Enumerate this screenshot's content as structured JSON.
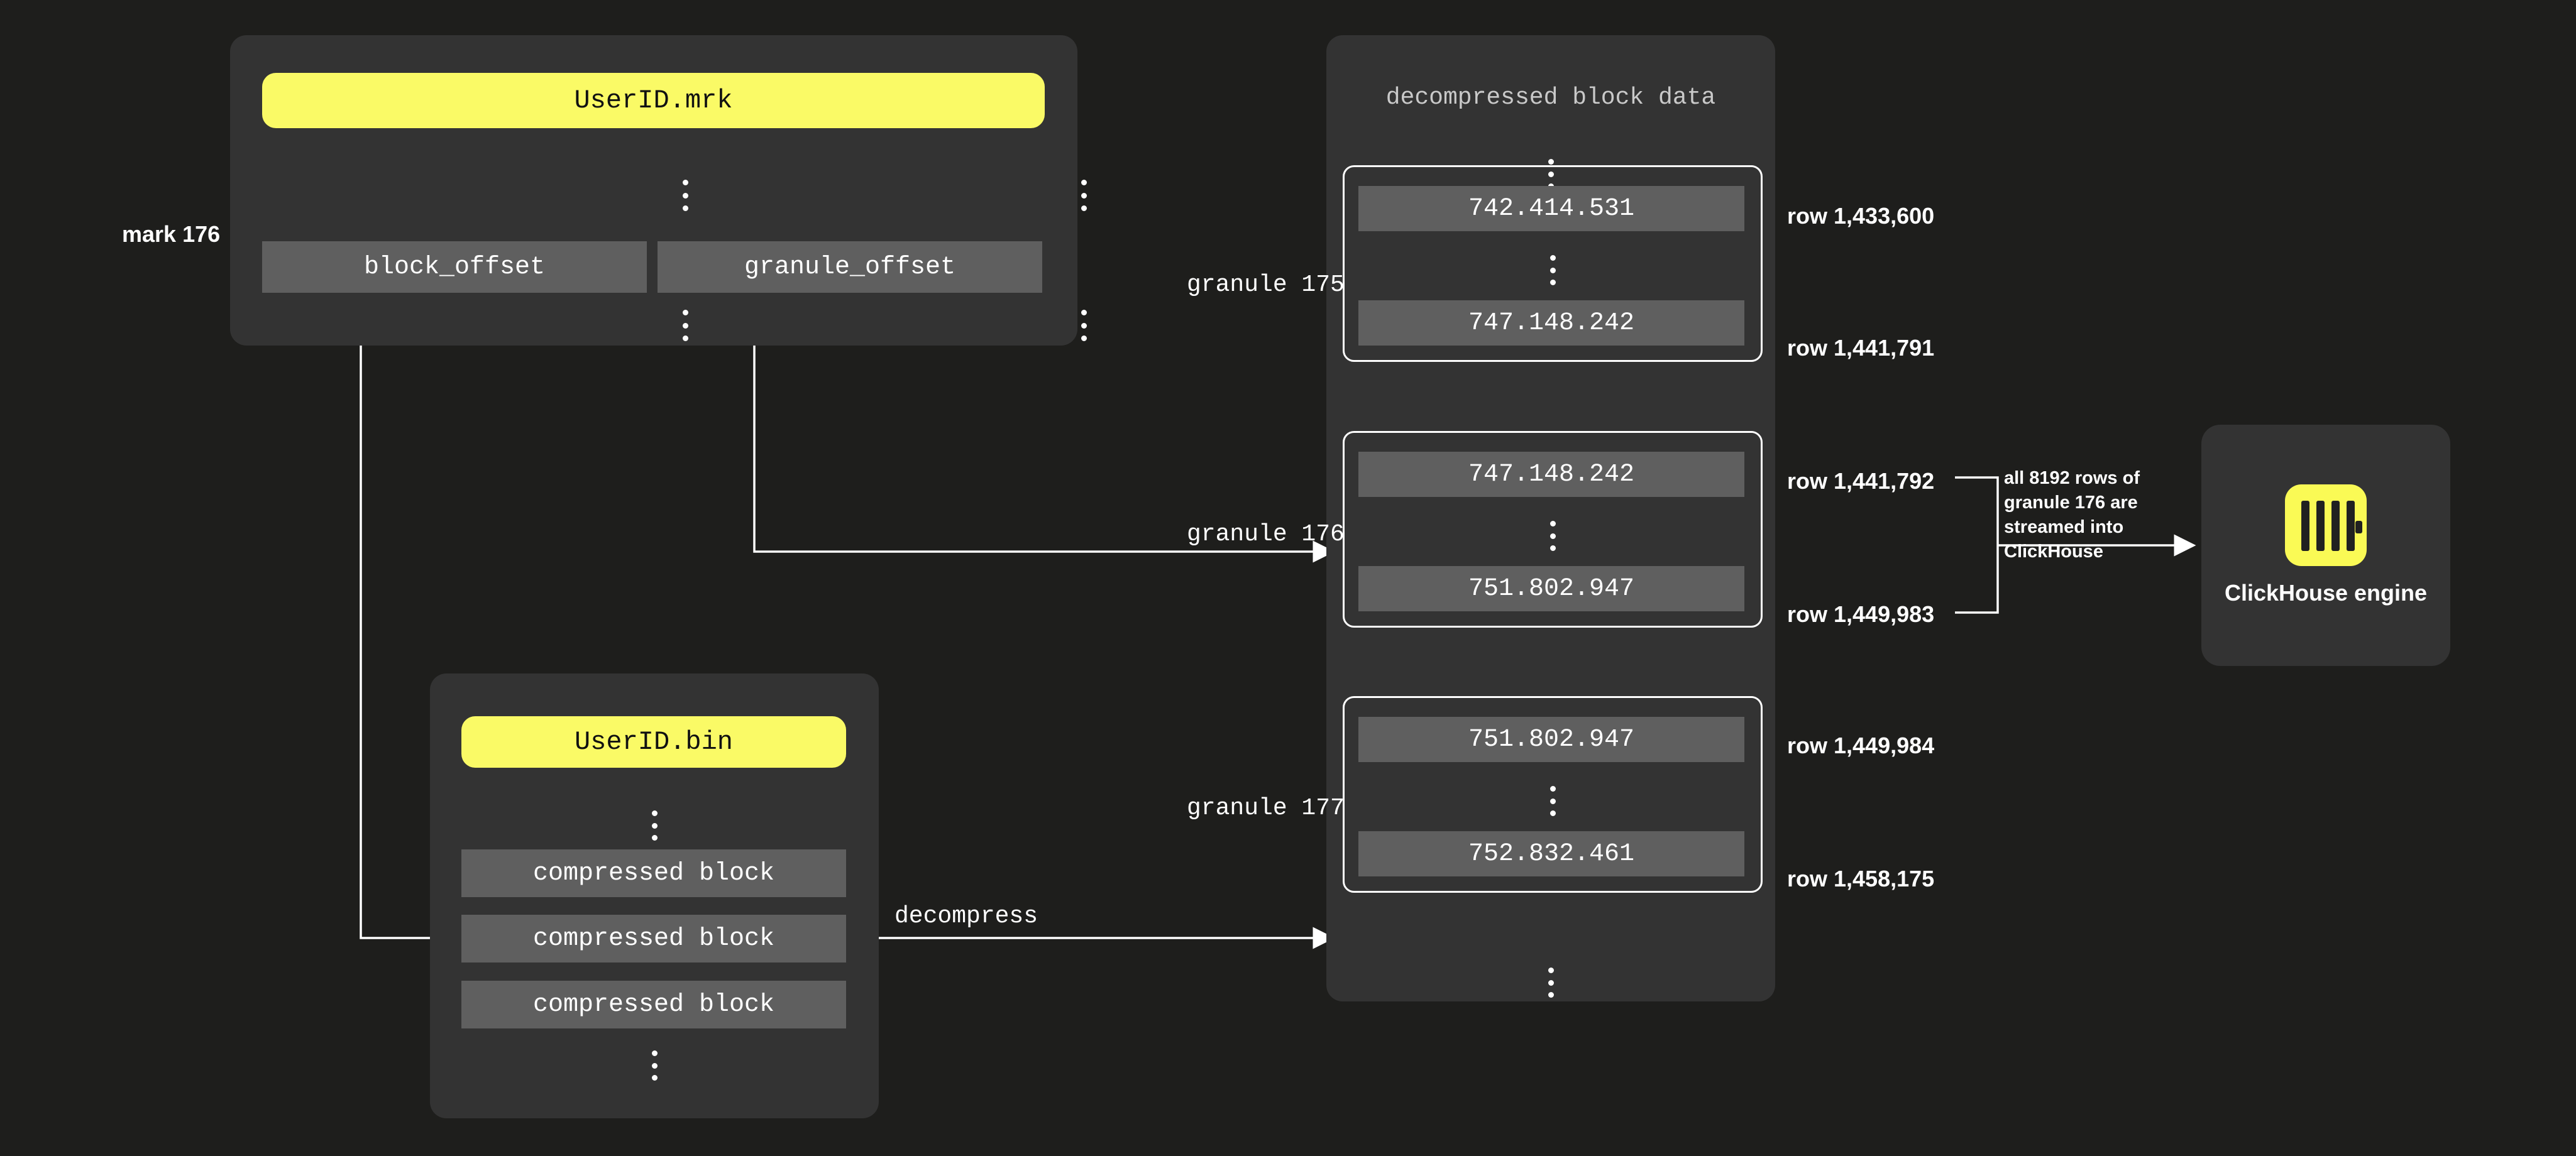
{
  "theme": {
    "background": "#1e1e1c",
    "panel": "#333333",
    "chip": "#5f5f5f",
    "accent_yellow": "#fafa66",
    "stroke": "#ffffff"
  },
  "mark_file_panel": {
    "title": "UserID.mrk",
    "columns": [
      {
        "label": "block_offset"
      },
      {
        "label": "granule_offset"
      }
    ],
    "mark_label": "mark 176"
  },
  "bin_file_panel": {
    "title": "UserID.bin",
    "blocks": [
      {
        "label": "compressed block"
      },
      {
        "label": "compressed block"
      },
      {
        "label": "compressed block"
      }
    ]
  },
  "decompressed_panel": {
    "title": "decompressed block data",
    "granules": [
      {
        "name": "granule 175",
        "first_value": "742.414.531",
        "last_value": "747.148.242",
        "first_row": "row 1,433,600",
        "last_row": "row 1,441,791"
      },
      {
        "name": "granule 176",
        "first_value": "747.148.242",
        "last_value": "751.802.947",
        "first_row": "row 1,441,792",
        "last_row": "row 1,449,983"
      },
      {
        "name": "granule 177",
        "first_value": "751.802.947",
        "last_value": "752.832.461",
        "first_row": "row 1,449,984",
        "last_row": "row 1,458,175"
      }
    ]
  },
  "edges": {
    "decompress_label": "decompress",
    "stream_note": "all 8192 rows of granule 176 are streamed into ClickHouse"
  },
  "engine": {
    "name": "ClickHouse engine",
    "logo": "clickhouse-logo"
  }
}
